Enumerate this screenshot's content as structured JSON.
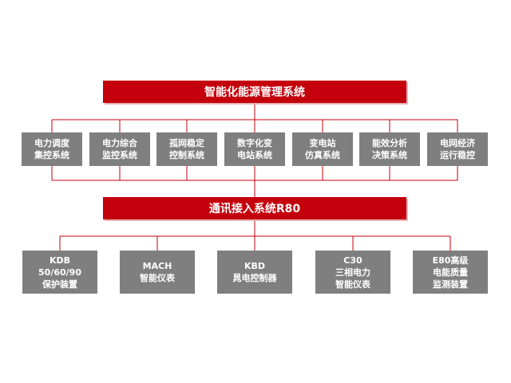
{
  "top_bar": {
    "label": "智能化能源管理系统"
  },
  "subsystems": [
    {
      "line1": "电力调度",
      "line2": "集控系统"
    },
    {
      "line1": "电力综合",
      "line2": "监控系统"
    },
    {
      "line1": "孤网稳定",
      "line2": "控制系统"
    },
    {
      "line1": "数字化变",
      "line2": "电站系统"
    },
    {
      "line1": "变电站",
      "line2": "仿真系统"
    },
    {
      "line1": "能效分析",
      "line2": "决策系统"
    },
    {
      "line1": "电网经济",
      "line2": "运行稳控"
    }
  ],
  "mid_bar": {
    "label": "通讯接入系统R80"
  },
  "devices": [
    {
      "lines": [
        "KDB",
        "50/60/90",
        "保护装置"
      ]
    },
    {
      "lines": [
        "MACH",
        "智能仪表"
      ]
    },
    {
      "lines": [
        "KBD",
        "晁电控制器"
      ]
    },
    {
      "lines": [
        "C30",
        "三相电力",
        "智能仪表"
      ]
    },
    {
      "lines": [
        "E80高级",
        "电能质量",
        "监测装置"
      ]
    }
  ],
  "colors": {
    "accent": "#c4000c",
    "box": "#7f7f7f",
    "line": "#c4000c"
  }
}
